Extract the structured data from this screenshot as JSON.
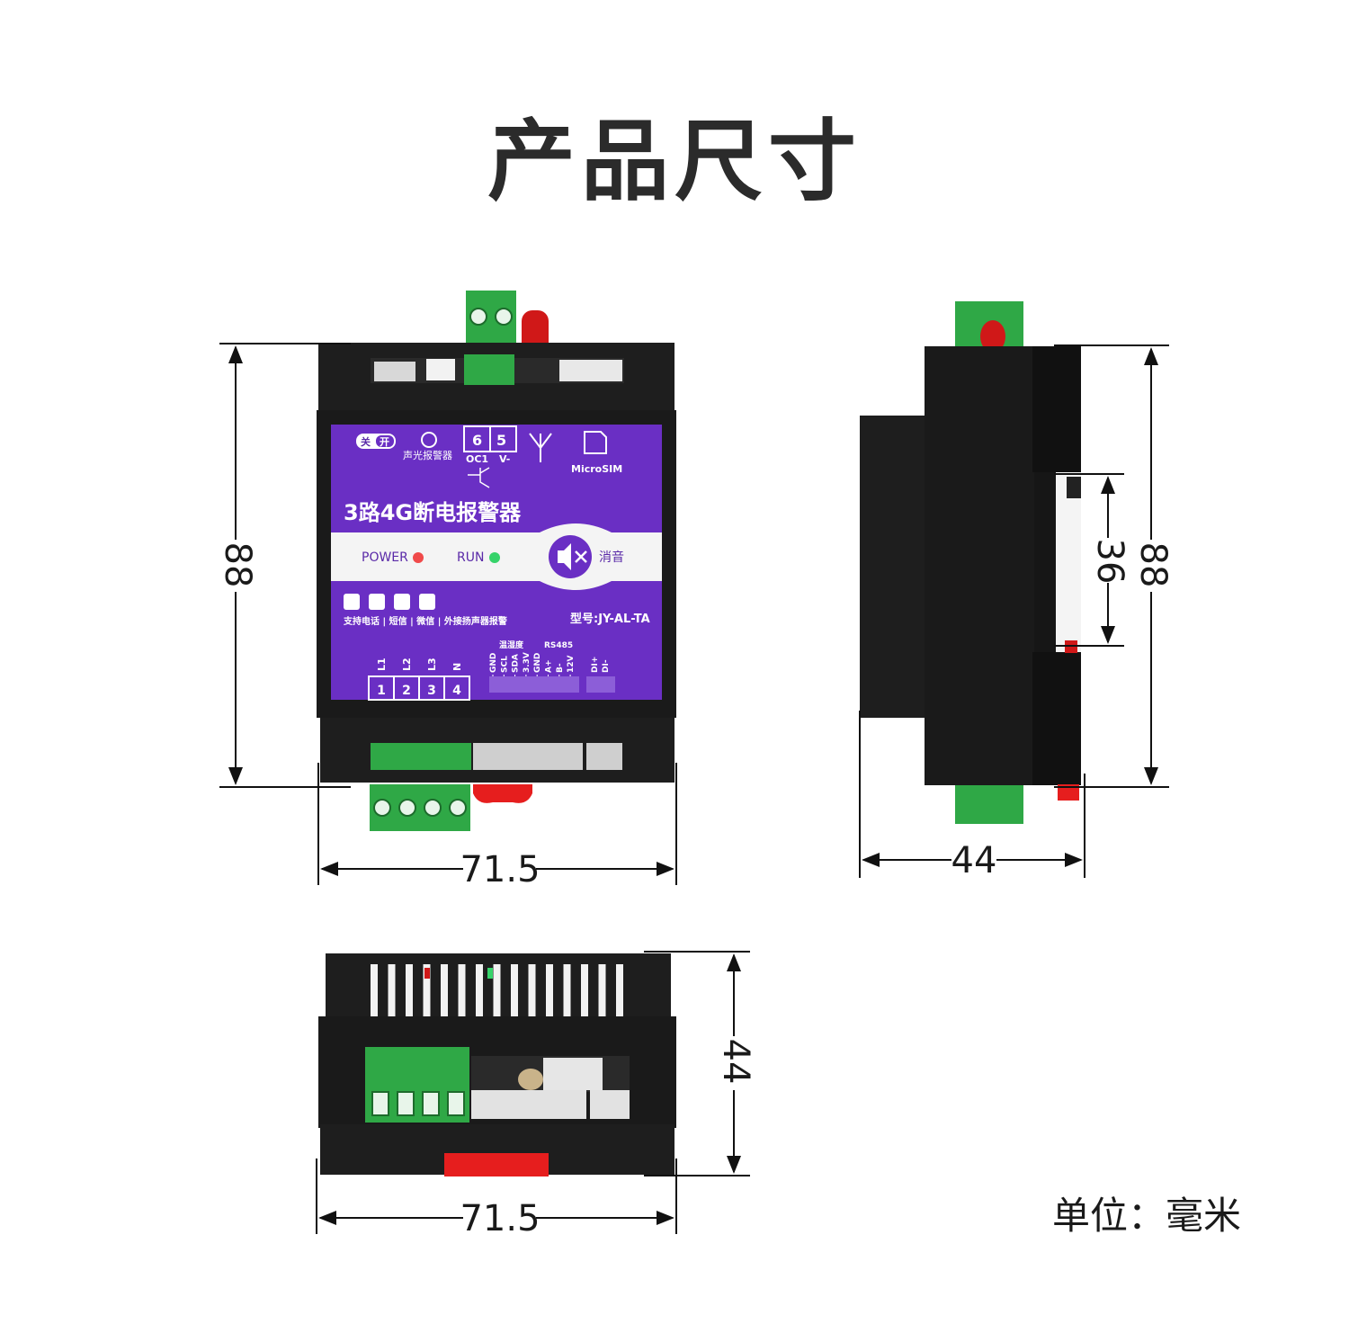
{
  "title": "产品尺寸",
  "unit_label": "单位：毫米",
  "dimensions": {
    "front_width": "71.5",
    "front_height": "88",
    "side_depth": "44",
    "side_height": "88",
    "side_rail": "36",
    "bottom_width": "71.5",
    "bottom_height": "44"
  },
  "panel": {
    "product_name": "3路4G断电报警器",
    "switch_off": "关",
    "switch_on": "开",
    "alarm_label": "声光报警器",
    "terminal_6": "6",
    "terminal_5": "5",
    "oc1": "OC1",
    "v_minus": "V-",
    "microsim": "MicroSIM",
    "power": "POWER",
    "run": "RUN",
    "mute": "消音",
    "features": "支持电话 | 短信 | 微信 | 外接扬声器报警",
    "model": "型号:JY-AL-TA",
    "temp_humidity": "温湿度",
    "rs485": "RS485",
    "sensor_pins": [
      "GND",
      "SCL",
      "SDA",
      "3.3V",
      "GND",
      "A+",
      "B-",
      "12V"
    ],
    "di_pins": [
      "DI+",
      "DI-"
    ],
    "line_labels": [
      "L1",
      "L2",
      "L3",
      "N"
    ],
    "line_numbers": [
      "1",
      "2",
      "3",
      "4"
    ]
  },
  "colors": {
    "enclosure": "#1e1e1e",
    "panel_purple": "#6a2fc4",
    "terminal_green": "#2fa846",
    "antenna_red": "#d01818",
    "clip_red": "#e61e1e",
    "power_led": "#f04a4a",
    "run_led": "#36d36a"
  }
}
